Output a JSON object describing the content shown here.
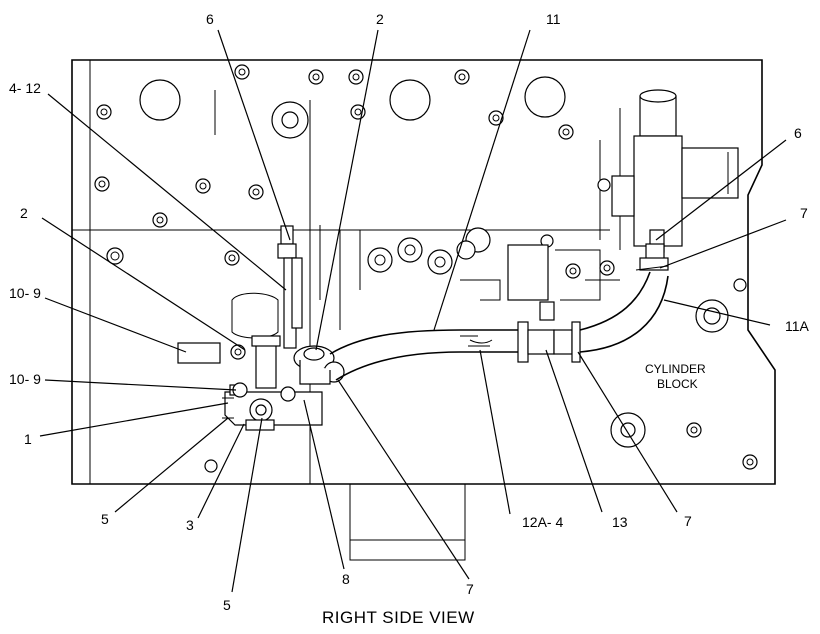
{
  "caption": "RIGHT SIDE VIEW",
  "block_label_line1": "CYLINDER",
  "block_label_line2": "BLOCK",
  "callouts": {
    "top_6": "6",
    "top_2": "2",
    "top_11": "11",
    "left_4_12": "4- 12",
    "left_2": "2",
    "left_10_9a": "10- 9",
    "left_10_9b": "10- 9",
    "left_1": "1",
    "bot_5a": "5",
    "bot_3": "3",
    "bot_5b": "5",
    "bot_8": "8",
    "bot_7a": "7",
    "bot_12a_4": "12A- 4",
    "bot_13": "13",
    "bot_7b": "7",
    "right_6": "6",
    "right_7": "7",
    "right_11a": "11A"
  }
}
